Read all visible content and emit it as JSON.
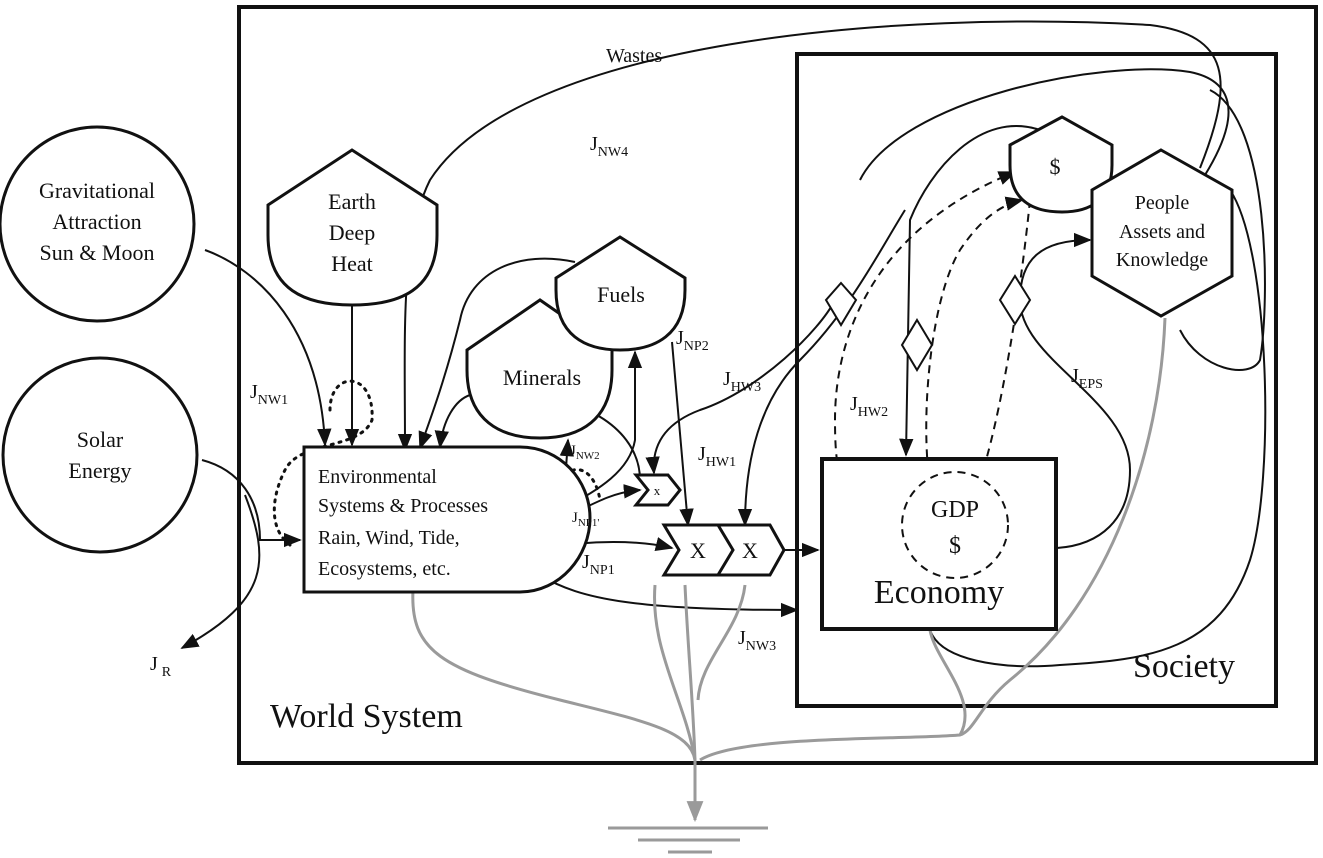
{
  "diagram": {
    "labels": {
      "world_system": "World System",
      "society": "Society",
      "wastes": "Wastes",
      "economy": "Economy",
      "gdp": "GDP",
      "gdp_money": "$",
      "money_tank": "$",
      "multiplier_small": "x",
      "multiplier": "X"
    },
    "sources": {
      "gravitational": [
        "Gravitational",
        "Attraction",
        "Sun & Moon"
      ],
      "solar": [
        "Solar",
        "Energy"
      ]
    },
    "storages": {
      "earth_heat": [
        "Earth",
        "Deep",
        "Heat"
      ],
      "fuels": "Fuels",
      "minerals": "Minerals",
      "people": [
        "People",
        "Assets and",
        "Knowledge"
      ]
    },
    "environment": [
      "Environmental",
      "Systems & Processes",
      "Rain, Wind, Tide,",
      "Ecosystems, etc."
    ],
    "flows": {
      "jnw4": {
        "main": "J",
        "sub": "NW4"
      },
      "jnw1": {
        "main": "J",
        "sub": "NW1"
      },
      "jnw2": {
        "main": "J",
        "sub": "NW2"
      },
      "jnw3": {
        "main": "J",
        "sub": "NW3"
      },
      "jnp1": {
        "main": "J",
        "sub": "NP1"
      },
      "jnp1p": {
        "main": "J",
        "sub": "NP1'"
      },
      "jnp2": {
        "main": "J",
        "sub": "NP2"
      },
      "jhw1": {
        "main": "J",
        "sub": "HW1"
      },
      "jhw2": {
        "main": "J",
        "sub": "HW2"
      },
      "jhw3": {
        "main": "J",
        "sub": "HW3"
      },
      "jeps": {
        "main": "J",
        "sub": "EPS"
      },
      "jr": {
        "main": "J",
        "sub": "R"
      }
    }
  }
}
